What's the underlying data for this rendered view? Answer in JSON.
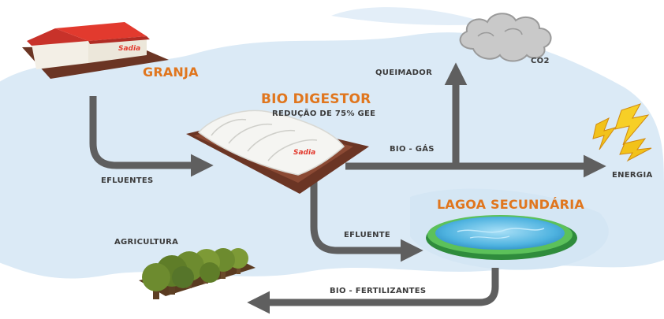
{
  "labels": {
    "granja": "GRANJA",
    "bio_digestor": "BIO DIGESTOR",
    "reducao": "REDUÇÃO DE 75% GEE",
    "queimador": "QUEIMADOR",
    "co2": "CO2",
    "bio_gas": "BIO - GÁS",
    "energia": "ENERGIA",
    "efluentes": "EFLUENTES",
    "efluente": "EFLUENTE",
    "lagoa_secundaria": "LAGOA SECUNDÁRIA",
    "agricultura": "AGRICULTURA",
    "bio_fertilizantes": "BIO - FERTILIZANTES",
    "brand": "Sadia"
  },
  "colors": {
    "heading": "#e0761e",
    "text": "#3b3b3b",
    "arrow": "#5f5f5f",
    "roof": "#e23a2e",
    "ground": "#6b3524",
    "water": "#4fb3e0",
    "pond_rim": "#3fae4a",
    "tree": "#6d8b2f",
    "trunk": "#6b4a2b",
    "lightning": "#f2c21a",
    "cloud": "#bdbdbd",
    "background_blob": "#dbeaf6"
  }
}
